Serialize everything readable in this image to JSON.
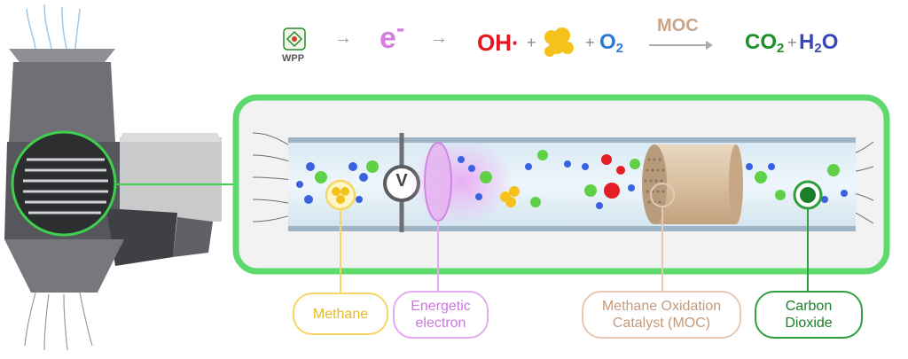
{
  "equation": {
    "source_label": "WPP",
    "arrow1": "→",
    "electron": "e",
    "electron_sup": "-",
    "arrow2": "→",
    "hydroxyl": "OH·",
    "plus1": "+",
    "plus2": "+",
    "oxygen_main": "O",
    "oxygen_sub": "2",
    "catalyst_label": "MOC",
    "co2_main": "CO",
    "co2_sub": "2",
    "plus3": "+",
    "h2o_h": "H",
    "h2o_sub": "2",
    "h2o_o": "O"
  },
  "meter_label": "V",
  "labels": {
    "methane": "Methane",
    "energetic_electron": "Energetic\nelectron",
    "moc": "Methane Oxidation\nCatalyst (MOC)",
    "carbon_dioxide": "Carbon\nDioxide"
  },
  "colors": {
    "frame_green": "#3fcf4f",
    "methane": "#f5d664",
    "electron": "#d47ee0",
    "hydroxyl": "#e8141e",
    "oxygen": "#2e78d6",
    "moc": "#c9a58a",
    "co2": "#1b8f2a",
    "h2o": "#3a47b8"
  }
}
